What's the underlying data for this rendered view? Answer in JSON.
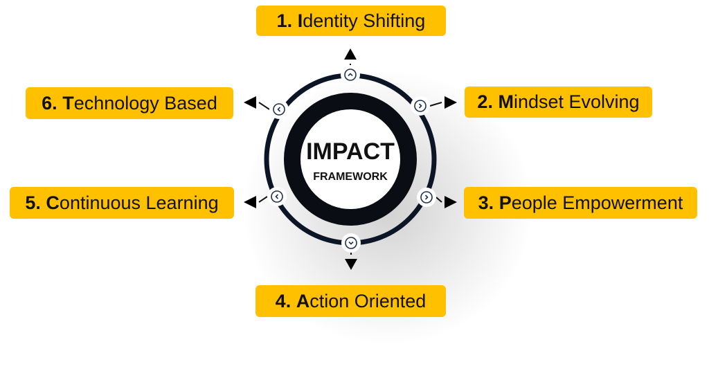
{
  "title": "IMPACT",
  "subtitle": "FRAMEWORK",
  "accent_color": "#FFC000",
  "items": [
    {
      "num": "1.",
      "initial": "I",
      "rest": "dentity Shifting"
    },
    {
      "num": "2.",
      "initial": "M",
      "rest": "indset Evolving"
    },
    {
      "num": "3.",
      "initial": "P",
      "rest": "eople Empowerment"
    },
    {
      "num": "4.",
      "initial": "A",
      "rest": "ction Oriented"
    },
    {
      "num": "5.",
      "initial": "C",
      "rest": "ontinuous Learning"
    },
    {
      "num": "6.",
      "initial": "T",
      "rest": "echnology Based"
    }
  ]
}
